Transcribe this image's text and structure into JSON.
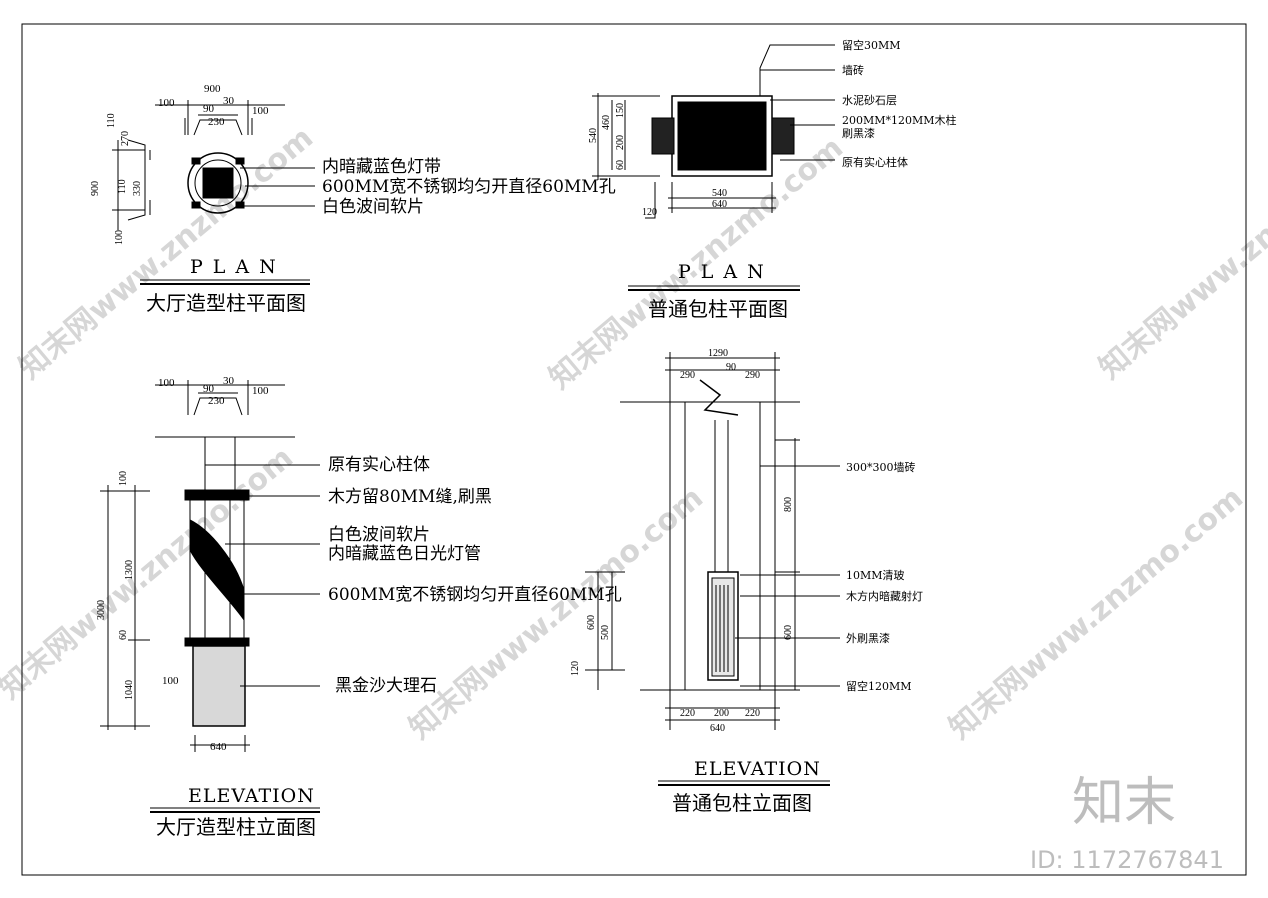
{
  "watermark": {
    "text": "知末网www.znzmo.com",
    "brand": "知末",
    "id": "ID: 1172767841"
  },
  "plan1": {
    "subtitle": "PLAN",
    "title": "大厅造型柱平面图",
    "dims": [
      "900",
      "100",
      "90",
      "30",
      "100",
      "230",
      "270",
      "110",
      "330",
      "110",
      "900",
      "100"
    ],
    "labels": [
      "内暗藏蓝色灯带",
      "600MM宽不锈钢均匀开直径60MM孔",
      "白色波间软片"
    ]
  },
  "plan2": {
    "subtitle": "PLAN",
    "title": "普通包柱平面图",
    "dims": [
      "540",
      "460",
      "60",
      "200",
      "150",
      "540",
      "640",
      "120"
    ],
    "labels": [
      "留空30MM",
      "墙砖",
      "水泥砂石层",
      "200MM*120MM木柱",
      "刷黑漆",
      "原有实心柱体"
    ]
  },
  "elev1": {
    "subtitle": "ELEVATION",
    "title": "大厅造型柱立面图",
    "dims": [
      "100",
      "90",
      "30",
      "100",
      "230",
      "100",
      "1300",
      "3000",
      "60",
      "1040",
      "100",
      "640"
    ],
    "labels": [
      "原有实心柱体",
      "木方留80MM缝,刷黑",
      "白色波间软片",
      "内暗藏蓝色日光灯管",
      "600MM宽不锈钢均匀开直径60MM孔",
      "黑金沙大理石"
    ]
  },
  "elev2": {
    "subtitle": "ELEVATION",
    "title": "普通包柱立面图",
    "dims": [
      "1290",
      "290",
      "90",
      "290",
      "800",
      "600",
      "500",
      "600",
      "120",
      "220",
      "200",
      "220",
      "640"
    ],
    "labels": [
      "300*300墙砖",
      "10MM清玻",
      "木方内暗藏射灯",
      "外刷黑漆",
      "留空120MM"
    ]
  }
}
